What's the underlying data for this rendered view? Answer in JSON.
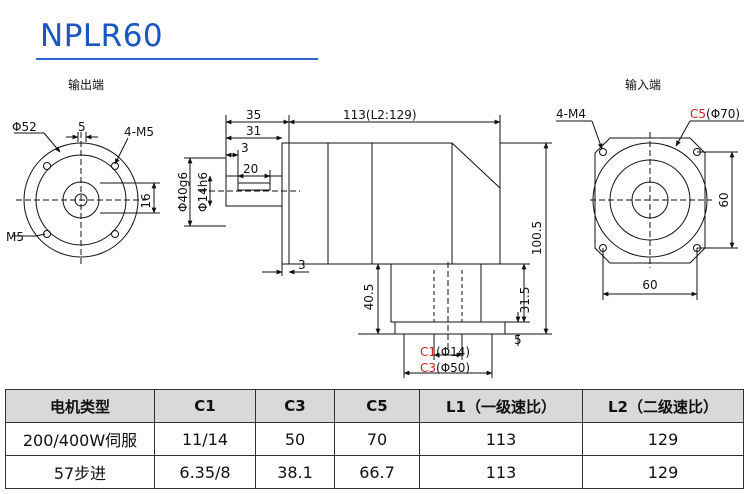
{
  "title": "NPLR60",
  "views": {
    "output_label": "输出端",
    "input_label": "输入端"
  },
  "output_view": {
    "phi52": "Φ52",
    "dim5": "5",
    "m5_4": "4-M5",
    "m5": "M5",
    "dim16": "16"
  },
  "side_view": {
    "d35": "35",
    "d31": "31",
    "d3_top": "3",
    "d20": "20",
    "d113": "113(L2:129)",
    "phi40": "Φ40g6",
    "phi14": "Φ14h6",
    "d3_bottom": "3",
    "d100_5": "100.5",
    "d40_5": "40.5",
    "d31_5": "31.5",
    "d5": "5",
    "c1_label": "C1",
    "c1_value": "(Φ14)",
    "c3_label": "C3",
    "c3_value": "(Φ50)"
  },
  "input_view": {
    "m4_4": "4-M4",
    "c5_label": "C5",
    "c5_value": "(Φ70)",
    "d60_right": "60",
    "d60_bottom": "60"
  },
  "table": {
    "headers": [
      "电机类型",
      "C1",
      "C3",
      "C5",
      "L1（一级速比）",
      "L2（二级速比）"
    ],
    "rows": [
      [
        "200/400W伺服",
        "11/14",
        "50",
        "70",
        "113",
        "129"
      ],
      [
        "57步进",
        "6.35/8",
        "38.1",
        "66.7",
        "113",
        "129"
      ]
    ]
  },
  "colors": {
    "title": "#1a56c4",
    "callout_red": "#d42020",
    "header_bg": "#d9d9d9"
  }
}
